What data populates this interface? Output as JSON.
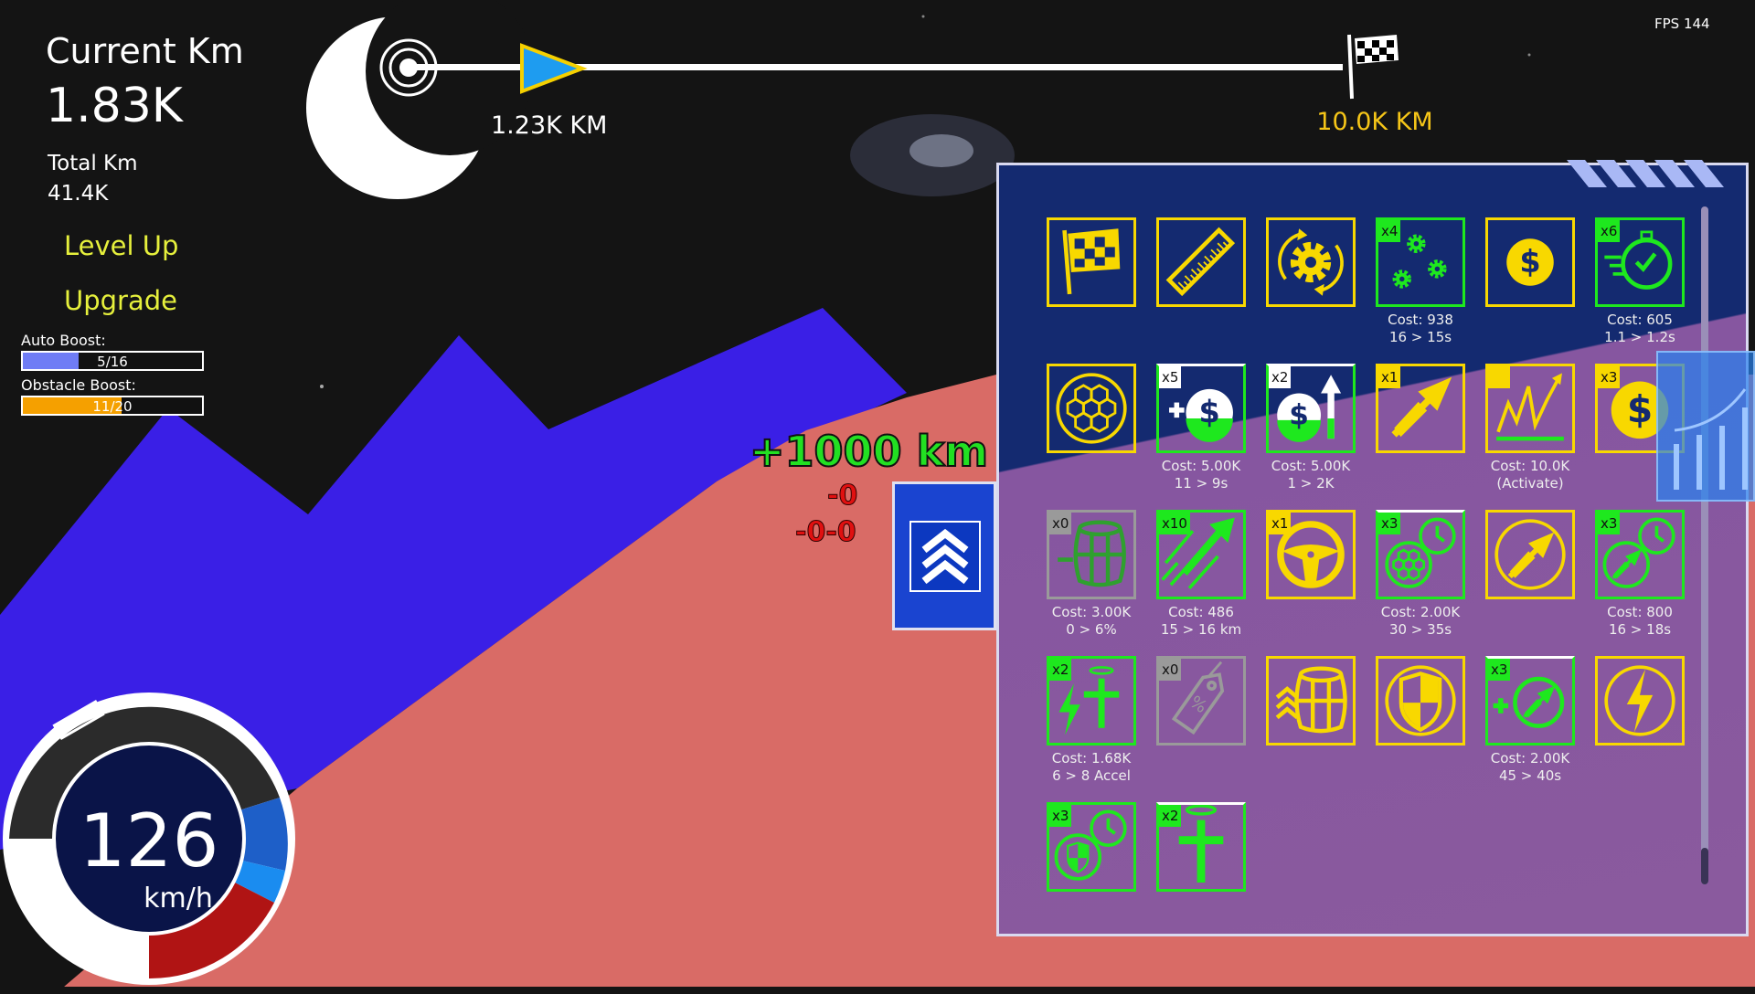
{
  "hud": {
    "current_km_label": "Current Km",
    "current_km_value": "1.83K",
    "total_km_label": "Total Km",
    "total_km_value": "41.4K",
    "level_up": "Level Up",
    "upgrade": "Upgrade",
    "auto_boost": {
      "label": "Auto Boost:",
      "text": "5/16",
      "value": 5,
      "max": 16,
      "color": "#6f7cf5"
    },
    "obstacle_boost": {
      "label": "Obstacle Boost:",
      "text": "11/20",
      "value": 11,
      "max": 20,
      "color": "#f5a000"
    }
  },
  "progress": {
    "current_label": "1.23K KM",
    "goal_label": "10.0K KM",
    "current": 1230,
    "goal": 10000,
    "goal_color": "#f5c518"
  },
  "fps": "FPS 144",
  "floating": {
    "gain": "+1000 km",
    "loss1": "-0",
    "loss2": "-0-0"
  },
  "speedometer": {
    "value": "126",
    "unit": "km/h"
  },
  "colors": {
    "yellow": "#f8d800",
    "green": "#1ee81e",
    "gray": "#9a9a9a",
    "white": "#ffffff"
  },
  "upgrades": [
    {
      "icon": "flag-icon",
      "color": "yellow"
    },
    {
      "icon": "ruler-icon",
      "color": "yellow"
    },
    {
      "icon": "gear-rotate-icon",
      "color": "yellow"
    },
    {
      "icon": "gears-icon",
      "color": "green",
      "badge": "x4",
      "cost": "Cost: 938",
      "effect": "16 > 15s"
    },
    {
      "icon": "dollar-icon",
      "color": "yellow"
    },
    {
      "icon": "stopwatch-icon",
      "color": "green",
      "badge": "x6",
      "cost": "Cost: 605",
      "effect": "1.1 > 1.2s"
    },
    {
      "icon": "honeycomb-icon",
      "color": "yellow"
    },
    {
      "icon": "plus-dollar-icon",
      "color": "green",
      "badge": "x5",
      "badge_color": "white",
      "top_white": true,
      "cost": "Cost: 5.00K",
      "effect": "11 > 9s"
    },
    {
      "icon": "dollar-up-icon",
      "color": "green",
      "badge": "x2",
      "badge_color": "white",
      "top_white": true,
      "cost": "Cost: 5.00K",
      "effect": "1 > 2K"
    },
    {
      "icon": "arrow-icon",
      "color": "yellow",
      "badge": "x1"
    },
    {
      "icon": "chart-icon",
      "color": "yellow",
      "badge": "",
      "cost": "Cost: 10.0K",
      "effect": "(Activate)"
    },
    {
      "icon": "coin-icon",
      "color": "yellow",
      "badge": "x3"
    },
    {
      "icon": "barrel-minus-icon",
      "color": "green",
      "badge": "x0",
      "badge_color": "gray",
      "border": "gray",
      "cost": "Cost: 3.00K",
      "effect": "0 > 6%"
    },
    {
      "icon": "speed-arrow-icon",
      "color": "green",
      "badge": "x10",
      "cost": "Cost: 486",
      "effect": "15 > 16 km"
    },
    {
      "icon": "steering-wheel-icon",
      "color": "yellow",
      "badge": "x1"
    },
    {
      "icon": "honeycomb-clock-icon",
      "color": "green",
      "badge": "x3",
      "top_white": true,
      "cost": "Cost: 2.00K",
      "effect": "30 > 35s"
    },
    {
      "icon": "arrow-circle-icon",
      "color": "yellow"
    },
    {
      "icon": "arrow-clock-icon",
      "color": "green",
      "badge": "x3",
      "cost": "Cost: 800",
      "effect": "16 > 18s"
    },
    {
      "icon": "lightning-cross-icon",
      "color": "green",
      "badge": "x2",
      "cost": "Cost: 1.68K",
      "effect": "6 > 8 Accel"
    },
    {
      "icon": "discount-tag-icon",
      "color": "gray",
      "badge": "x0"
    },
    {
      "icon": "barrel-chevron-icon",
      "color": "yellow"
    },
    {
      "icon": "shield-icon",
      "color": "yellow"
    },
    {
      "icon": "plus-arrow-icon",
      "color": "green",
      "badge": "x3",
      "top_white": true,
      "cost": "Cost: 2.00K",
      "effect": "45 > 40s"
    },
    {
      "icon": "lightning-circle-icon",
      "color": "yellow"
    },
    {
      "icon": "shield-clock-icon",
      "color": "green",
      "badge": "x3"
    },
    {
      "icon": "cross-halo-icon",
      "color": "green",
      "badge": "x2",
      "top_white": true
    }
  ]
}
